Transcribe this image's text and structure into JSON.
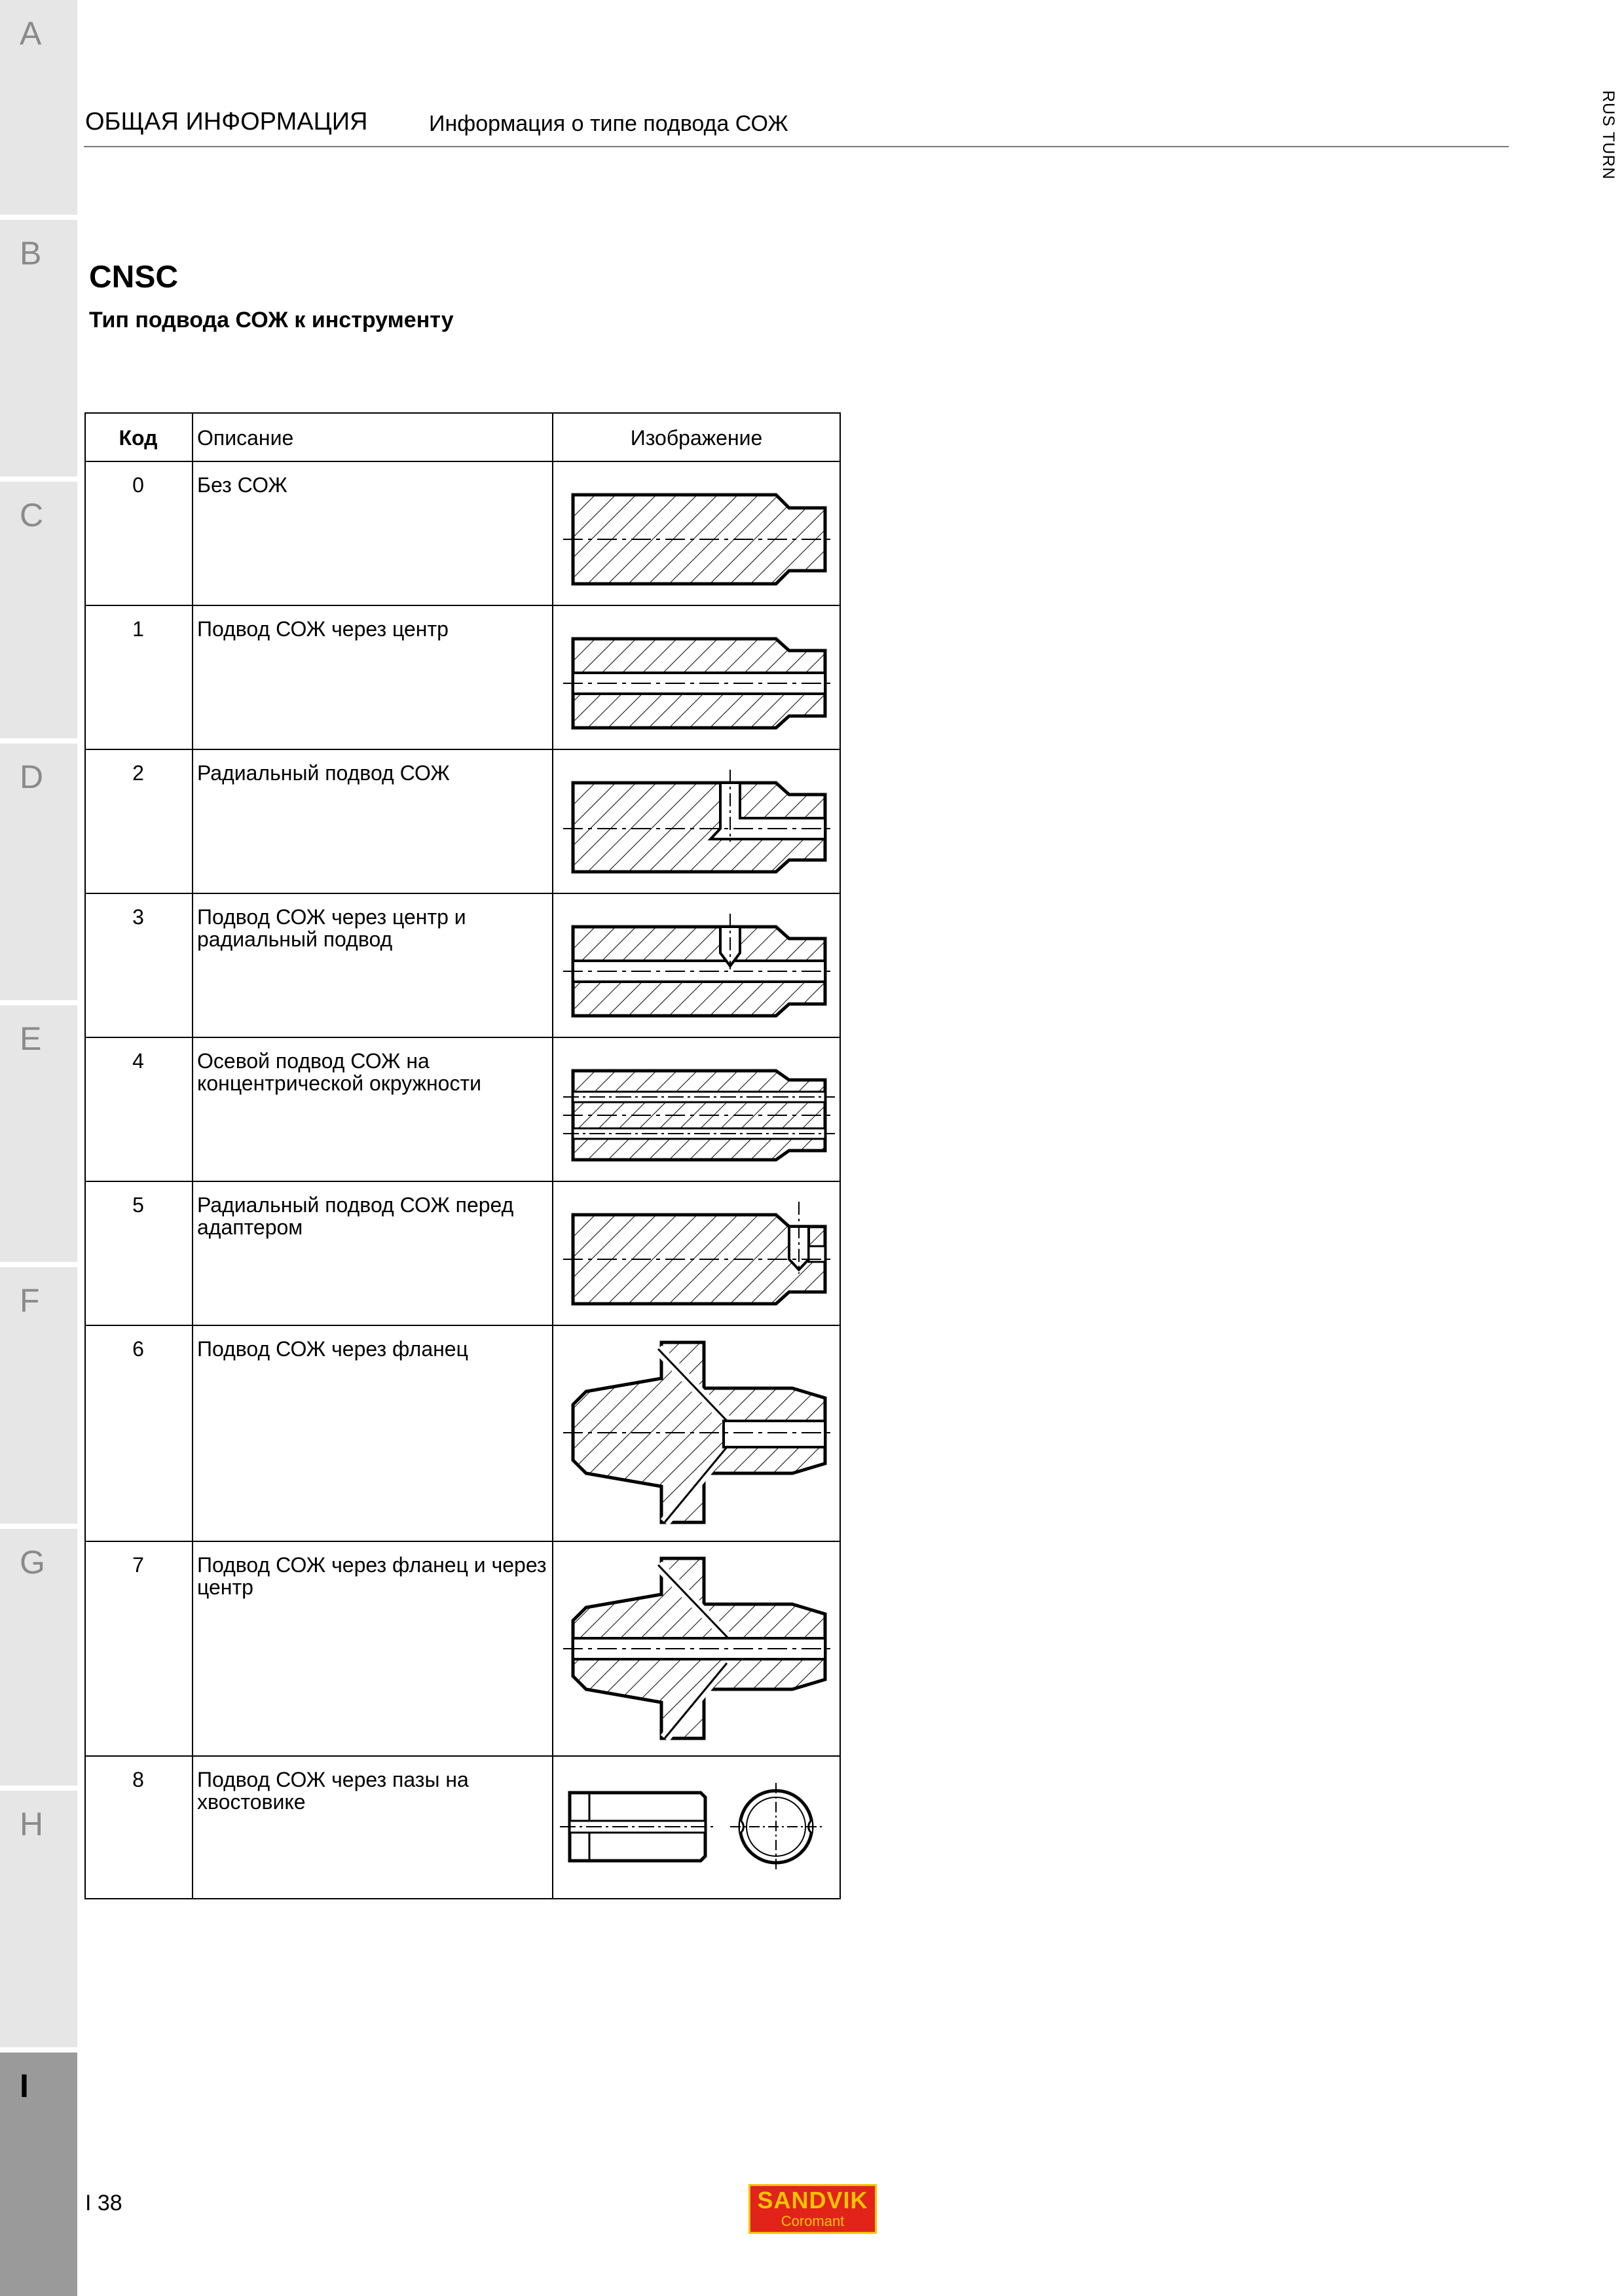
{
  "header": {
    "category": "ОБЩАЯ ИНФОРМАЦИЯ",
    "subtitle": "Информация о типе подвода СОЖ",
    "side_tag": "RUS TURN"
  },
  "tabs": [
    {
      "letter": "A"
    },
    {
      "letter": "B"
    },
    {
      "letter": "C"
    },
    {
      "letter": "D"
    },
    {
      "letter": "E"
    },
    {
      "letter": "F"
    },
    {
      "letter": "G"
    },
    {
      "letter": "H"
    },
    {
      "letter": "I",
      "active": true
    }
  ],
  "title": "CNSC",
  "section_subtitle": "Тип подвода СОЖ к инструменту",
  "table": {
    "headers": {
      "code": "Код",
      "description": "Описание",
      "image": "Изображение"
    },
    "rows": [
      {
        "code": "0",
        "description": "Без СОЖ",
        "icon": "shank-solid-icon"
      },
      {
        "code": "1",
        "description": "Подвод СОЖ через центр",
        "icon": "shank-central-bore-icon"
      },
      {
        "code": "2",
        "description": "Радиальный подвод СОЖ",
        "icon": "shank-radial-bore-icon"
      },
      {
        "code": "3",
        "description": "Подвод СОЖ через центр и радиальный подвод",
        "icon": "shank-central-radial-icon"
      },
      {
        "code": "4",
        "description": "Осевой подвод СОЖ на концентрической окружности",
        "icon": "shank-concentric-icon"
      },
      {
        "code": "5",
        "description": "Радиальный подвод СОЖ перед адаптером",
        "icon": "shank-radial-front-icon"
      },
      {
        "code": "6",
        "description": "Подвод СОЖ через фланец",
        "icon": "flange-coolant-icon"
      },
      {
        "code": "7",
        "description": "Подвод СОЖ через фланец и через центр",
        "icon": "flange-central-icon"
      },
      {
        "code": "8",
        "description": "Подвод СОЖ через пазы на хвостовике",
        "icon": "shank-grooves-icon"
      }
    ]
  },
  "footer": {
    "page_number": "I 38",
    "logo_line1": "SANDVIK",
    "logo_line2": "Coromant"
  }
}
